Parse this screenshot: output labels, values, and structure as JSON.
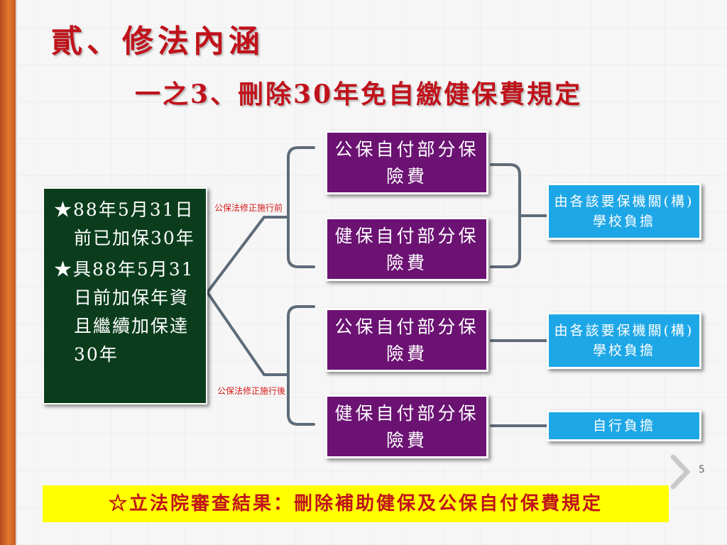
{
  "title": "貳、修法內涵",
  "subtitle": "一之3、刪除30年免自繳健保費規定",
  "left_box": {
    "items": [
      "88年5月31日前已加保30年",
      "具88年5月31日前加保年資且繼續加保達30年"
    ],
    "star": "★"
  },
  "notes": {
    "before": "公保法修正施行前",
    "after": "公保法修正施行後"
  },
  "premium_boxes": {
    "gov_ins_1": "公保自付部分保險費",
    "health_ins_1": "健保自付部分保險費",
    "gov_ins_2": "公保自付部分保險費",
    "health_ins_2": "健保自付部分保險費"
  },
  "responsibility_boxes": {
    "r1": "由各該要保機關(構)學校負擔",
    "r2": "由各該要保機關(構)學校負擔",
    "r3": "自行負擔"
  },
  "banner": "☆立法院審查結果：刪除補助健保及公保自付保費規定",
  "page_number": "5",
  "colors": {
    "title": "#c0121b",
    "left_box_bg": "#0b3d1d",
    "premium_box_bg": "#6b1273",
    "responsibility_box_bg": "#1ea7e6",
    "banner_bg": "#ffff00",
    "connector": "#5e6b78"
  }
}
